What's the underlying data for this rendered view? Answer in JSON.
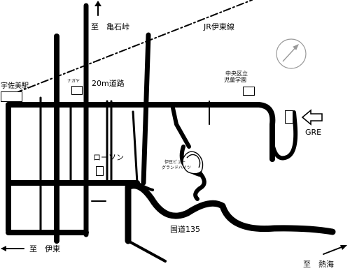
{
  "labels": {
    "to_kameishi": "至　亀石峠",
    "jr_line": "JR伊東線",
    "usami_station": "宇佐美駅",
    "nagaya": "ナガヤ",
    "road_20m": "20m道路",
    "school_line1": "中央区立",
    "school_line2": "児童学園",
    "gre": "GRE",
    "lawson": "ローソン",
    "izu_view_line1": "伊豆ビュー",
    "izu_view_line2": "グランドハイツ",
    "route_135": "国道135",
    "to_ito": "至　伊東",
    "to_atami": "至　熱海"
  },
  "icons": {
    "compass": "compass-north-arrow",
    "entrance": "hollow-left-arrow"
  },
  "colors": {
    "road": "#000000",
    "background": "#ffffff",
    "compass": "#9a9a9a"
  }
}
